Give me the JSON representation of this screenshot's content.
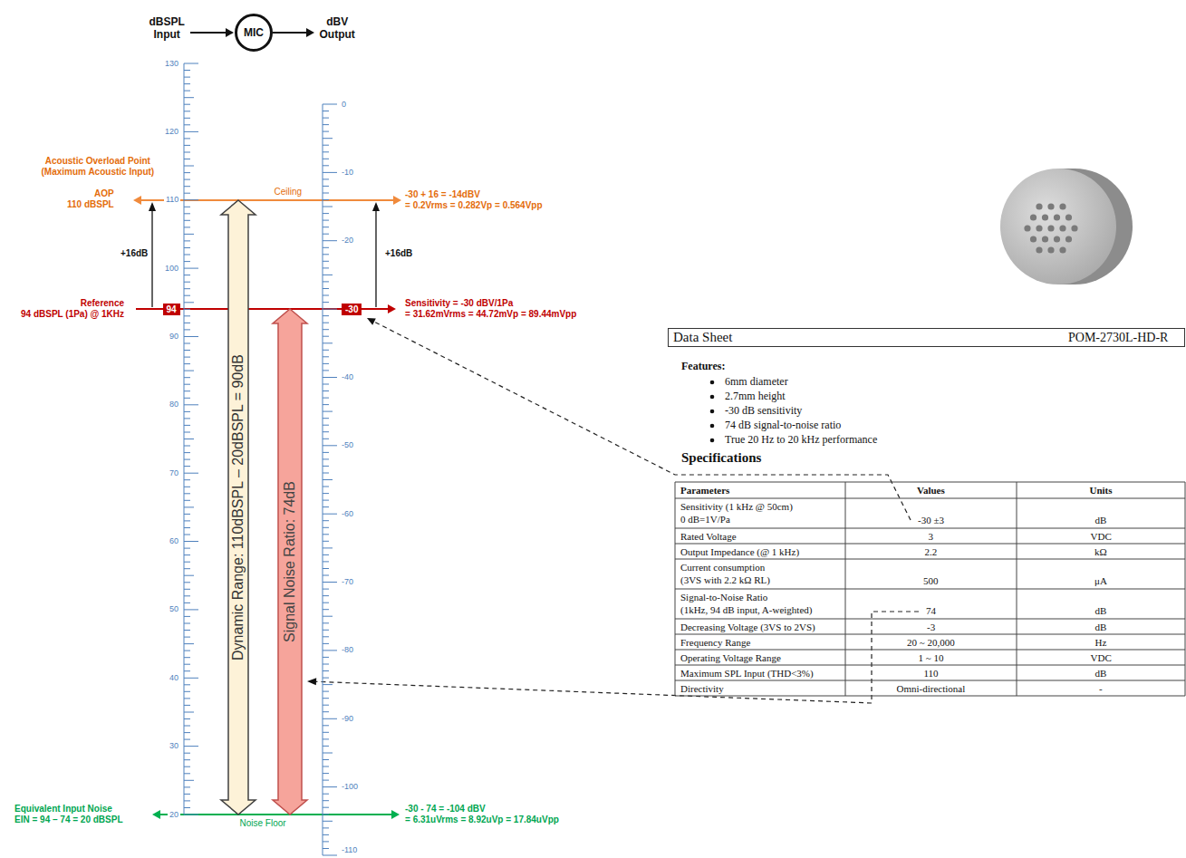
{
  "diagram": {
    "nodes": [
      {
        "text": [
          "MIC"
        ]
      },
      {
        "text": [
          "94"
        ]
      },
      {
        "text": [
          "-30"
        ]
      },
      {
        "text": [
          "Dynamic Range: 110dBSPL – 20dBSPL = 90dB"
        ]
      },
      {
        "text": [
          "Signal Noise Ratio: 74dB"
        ]
      },
      {
        "text": [
          "Data Sheet",
          "POM-2730L-HD-R"
        ]
      }
    ],
    "labels": [
      "dBSPL Input",
      "dBV Output",
      "130",
      "120",
      "110",
      "100",
      "90",
      "80",
      "70",
      "60",
      "50",
      "40",
      "30",
      "20",
      "0",
      "-10",
      "-20",
      "-40",
      "-50",
      "-60",
      "-70",
      "-80",
      "-90",
      "-100",
      "-110",
      "Acoustic Overload Point (Maximum Acoustic Input)",
      "AOP 110 dBSPL",
      "Ceiling",
      "-30 + 16 = -14dBV = 0.2Vrms = 0.282Vp = 0.564Vpp",
      "+16dB",
      "+16dB",
      "Reference 94 dBSPL (1Pa) @ 1KHz",
      "Sensitivity = -30 dBV/1Pa = 31.62mVrms = 44.72mVp = 89.44mVpp",
      "Equivalent Input Noise EIN = 94 – 74 = 20 dBSPL",
      "Noise Floor",
      "-30 - 74 = -104 dBV = 6.31uVrms = 8.92uVp = 17.84uVpp",
      "Features:",
      "6mm diameter",
      "2.7mm height",
      "-30 dB sensitivity",
      "74 dB signal-to-noise ratio",
      "True 20 Hz to 20 kHz performance",
      "Specifications",
      "Parameters",
      "Values",
      "Units",
      "Sensitivity (1 kHz @ 50cm) 0 dB=1V/Pa",
      "-30 ±3",
      "dB",
      "Rated Voltage",
      "3",
      "VDC",
      "Output Impedance (@ 1 kHz)",
      "2.2",
      "kΩ",
      "Current consumption (3VS with 2.2 kΩ RL)",
      "500",
      "μA",
      "Signal-to-Noise Ratio (1kHz, 94 dB input, A-weighted)",
      "74",
      "dB",
      "Decreasing Voltage (3VS to 2VS)",
      "-3",
      "dB",
      "Frequency Range",
      "20 ~ 20,000",
      "Hz",
      "Operating Voltage Range",
      "1 ~ 10",
      "VDC",
      "Maximum SPL Input (THD<3%)",
      "110",
      "dB",
      "Directivity",
      "Omni-directional",
      "-"
    ]
  }
}
